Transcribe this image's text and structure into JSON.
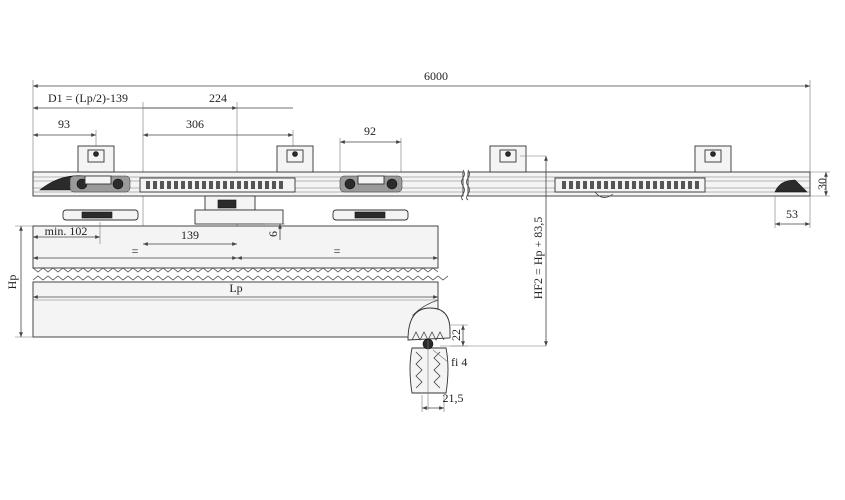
{
  "dimensions": {
    "total_length": "6000",
    "d1_formula": "D1 = (Lp/2)-139",
    "d224": "224",
    "d93": "93",
    "d306": "306",
    "d92": "92",
    "d30": "30",
    "d53": "53",
    "min102": "min. 102",
    "d139": "139",
    "d6": "6",
    "eq_left": "=",
    "eq_right": "=",
    "hp": "Hp",
    "lp": "Lp",
    "hf2": "HF2 = Hp + 83,5",
    "d22": "22",
    "fi4": "fi 4",
    "d21_5": "21,5"
  }
}
